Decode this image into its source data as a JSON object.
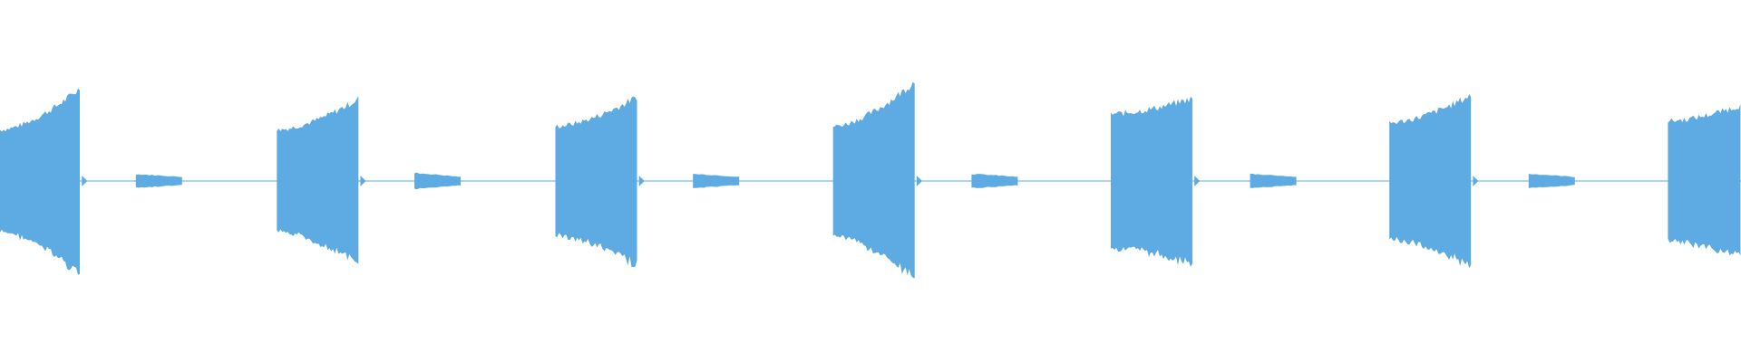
{
  "waveform": {
    "color": "#5dabe2",
    "background": "#ffffff",
    "segments": [
      {
        "type": "burst",
        "start": 0.0,
        "end": 0.0465,
        "amp_start": 0.29,
        "amp_end": 0.53
      },
      {
        "type": "blip",
        "start": 0.078,
        "end": 0.106,
        "amp_start": 0.038,
        "amp_end": 0.022
      },
      {
        "type": "burst",
        "start": 0.159,
        "end": 0.2065,
        "amp_start": 0.29,
        "amp_end": 0.47
      },
      {
        "type": "blip",
        "start": 0.238,
        "end": 0.266,
        "amp_start": 0.045,
        "amp_end": 0.022
      },
      {
        "type": "burst",
        "start": 0.319,
        "end": 0.3665,
        "amp_start": 0.31,
        "amp_end": 0.48
      },
      {
        "type": "blip",
        "start": 0.398,
        "end": 0.426,
        "amp_start": 0.04,
        "amp_end": 0.022
      },
      {
        "type": "burst",
        "start": 0.4785,
        "end": 0.526,
        "amp_start": 0.31,
        "amp_end": 0.57
      },
      {
        "type": "blip",
        "start": 0.558,
        "end": 0.586,
        "amp_start": 0.04,
        "amp_end": 0.022
      },
      {
        "type": "burst",
        "start": 0.638,
        "end": 0.6855,
        "amp_start": 0.38,
        "amp_end": 0.47
      },
      {
        "type": "blip",
        "start": 0.718,
        "end": 0.746,
        "amp_start": 0.04,
        "amp_end": 0.022
      },
      {
        "type": "burst",
        "start": 0.798,
        "end": 0.8455,
        "amp_start": 0.33,
        "amp_end": 0.49
      },
      {
        "type": "blip",
        "start": 0.878,
        "end": 0.906,
        "amp_start": 0.04,
        "amp_end": 0.022
      },
      {
        "type": "burst",
        "start": 0.958,
        "end": 1.0,
        "amp_start": 0.34,
        "amp_end": 0.43
      }
    ],
    "baseline_amplitude": 0.004
  }
}
